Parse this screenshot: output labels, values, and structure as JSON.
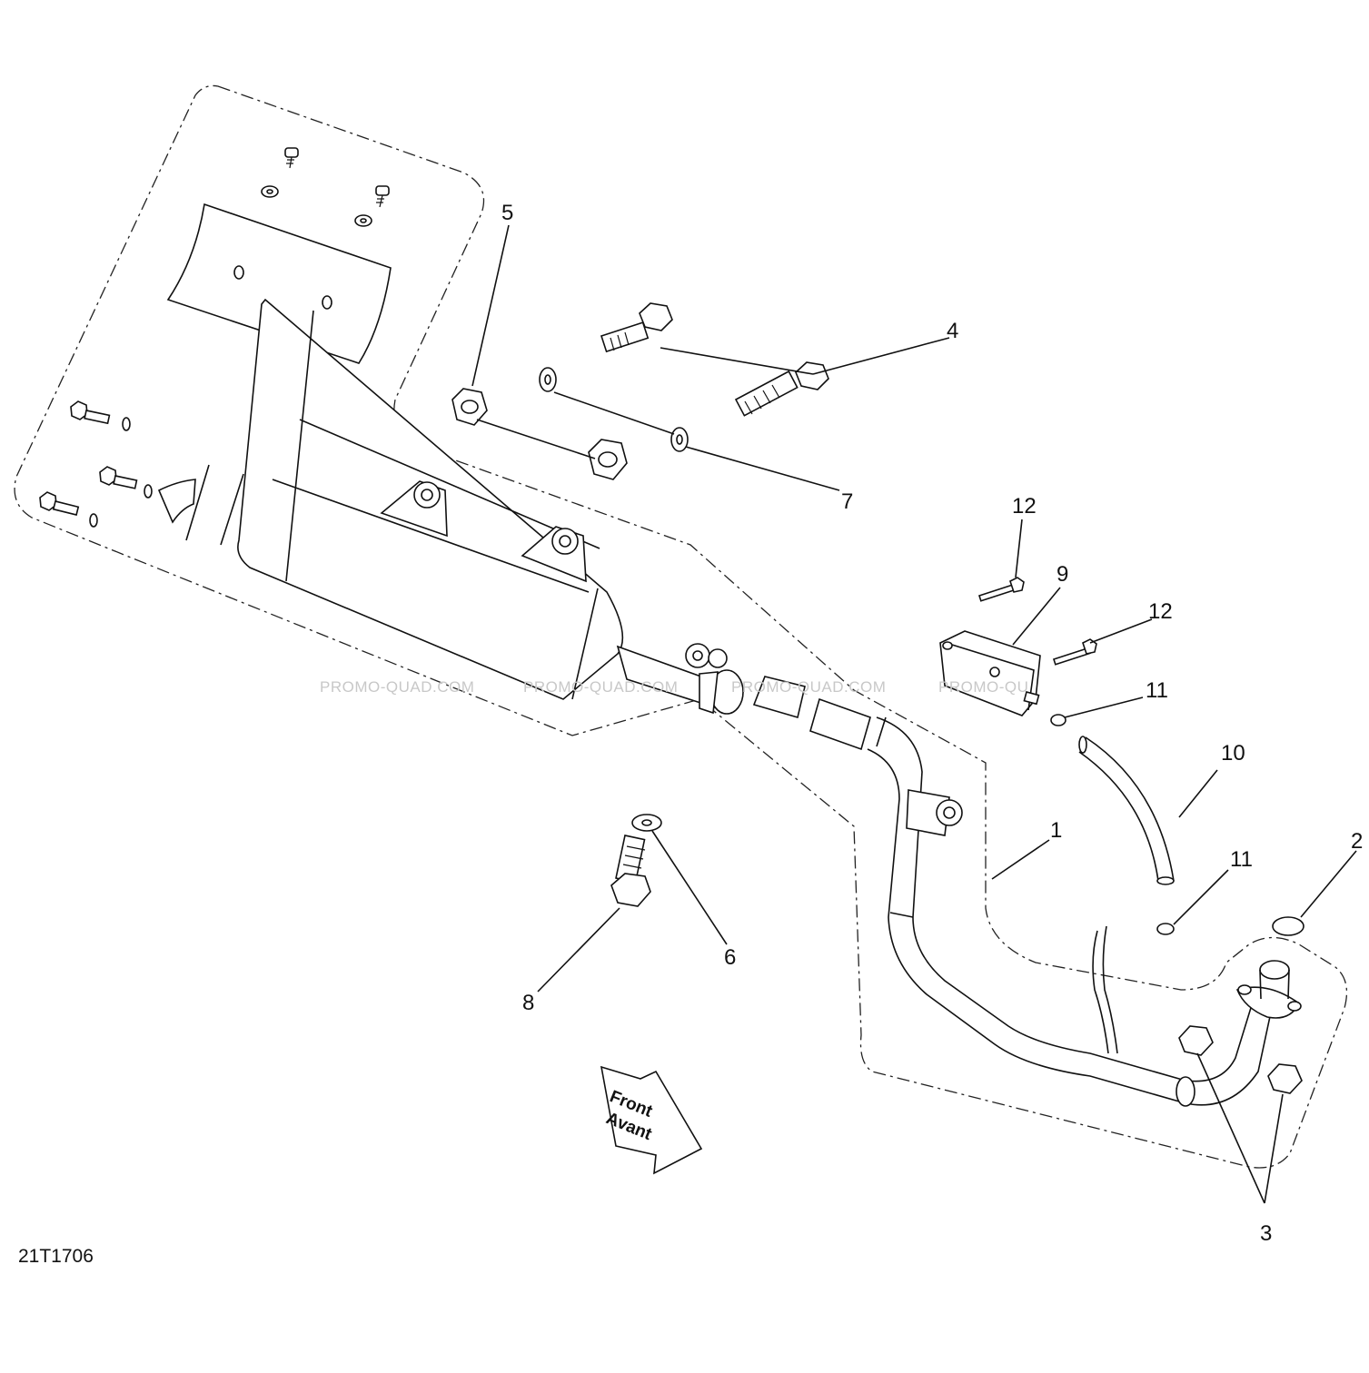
{
  "diagram_ref": "21T1706",
  "callouts": {
    "c1": "1",
    "c2": "2",
    "c3": "3",
    "c4": "4",
    "c5": "5",
    "c6": "6",
    "c7": "7",
    "c8": "8",
    "c9": "9",
    "c10": "10",
    "c11a": "11",
    "c11b": "11",
    "c12a": "12",
    "c12b": "12"
  },
  "direction_arrow": {
    "line1": "Front",
    "line2": "Avant"
  },
  "watermarks": [
    "PROMO-QUAD.COM",
    "PROMO-QUAD.COM",
    "PROMO-QUAD.COM",
    "PROMO-QU"
  ],
  "colors": {
    "line": "#111111",
    "watermark": "#c8c8c8",
    "background": "#ffffff"
  }
}
